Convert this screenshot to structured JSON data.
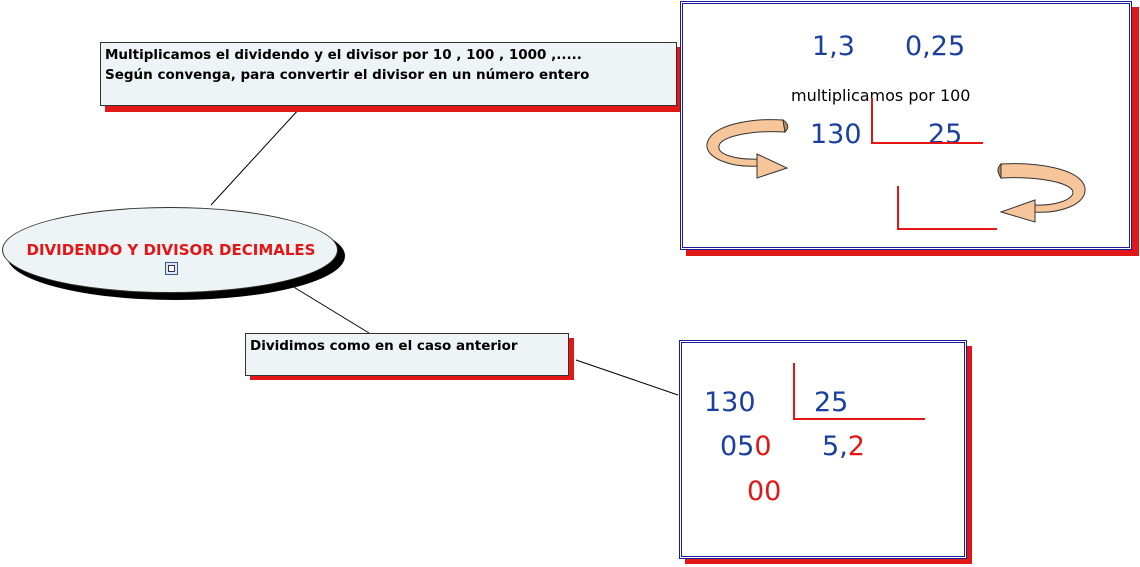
{
  "central": {
    "title": "DIVIDENDO Y DIVISOR DECIMALES",
    "icon": "note-icon"
  },
  "concept_top": {
    "line1": "Multiplicamos el dividendo y el divisor por 10 , 100 , 1000 ,.....",
    "line2": "Según convenga, para convertir el divisor en un número entero"
  },
  "concept_bottom": {
    "text": "Dividimos como en el caso anterior"
  },
  "panel_top": {
    "dividend": "1,3",
    "divisor": "0,25",
    "instruction": "multiplicamos por 100",
    "new_dividend": "130",
    "new_divisor": "25"
  },
  "panel_bottom": {
    "dividend": "130",
    "divisor": "25",
    "remainder1_blue": "05",
    "remainder1_red": "0",
    "quotient_int": "5",
    "quotient_sep": ",",
    "quotient_dec": "2",
    "remainder2": "00"
  },
  "colors": {
    "title_red": "#e31515",
    "number_blue": "#1a3fa0",
    "frame_blue": "#1a1a9a",
    "shadow_red": "#e01818"
  }
}
